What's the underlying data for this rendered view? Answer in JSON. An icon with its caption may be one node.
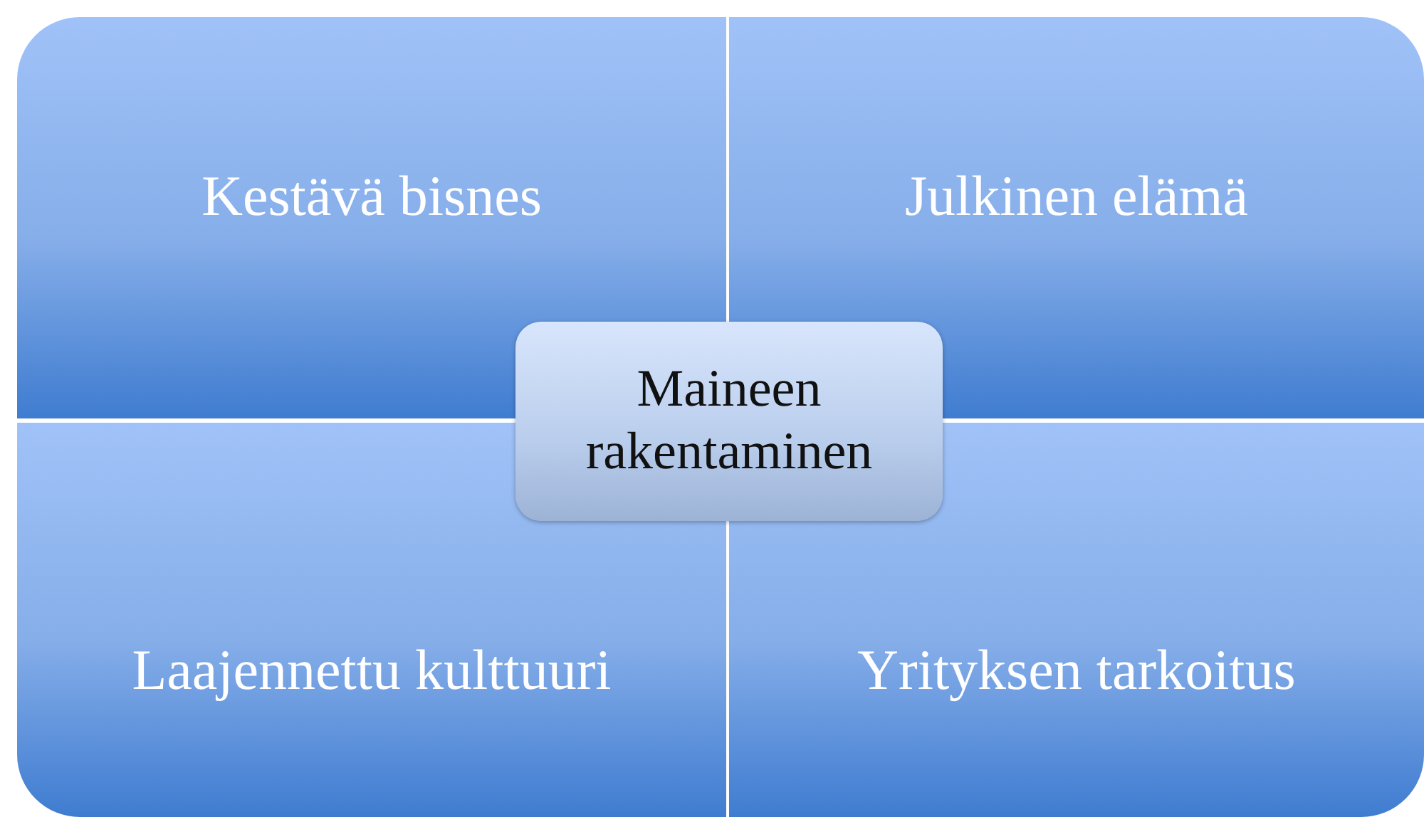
{
  "diagram": {
    "nodes": [
      {
        "text": [
          "Kestävä bisnes"
        ]
      },
      {
        "text": [
          "Julkinen elämä"
        ]
      },
      {
        "text": [
          "Laajennettu kulttuuri"
        ]
      },
      {
        "text": [
          "Yrityksen tarkoitus"
        ]
      },
      {
        "text": [
          "Maineen rakentaminen"
        ]
      }
    ]
  }
}
